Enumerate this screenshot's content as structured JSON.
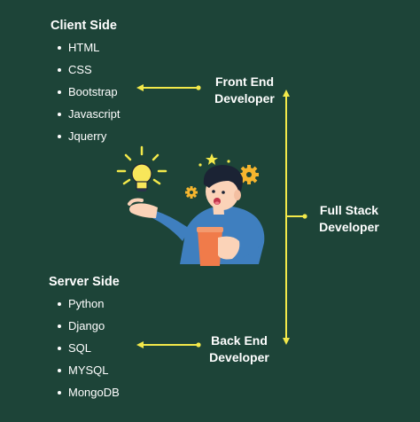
{
  "client_side": {
    "title": "Client Side",
    "items": [
      "HTML",
      "CSS",
      "Bootstrap",
      "Javascript",
      "Jquerry"
    ]
  },
  "server_side": {
    "title": "Server Side",
    "items": [
      "Python",
      "Django",
      "SQL",
      "MYSQL",
      "MongoDB"
    ]
  },
  "front_end": {
    "line1": "Front End",
    "line2": "Developer"
  },
  "back_end": {
    "line1": "Back End",
    "line2": "Developer"
  },
  "full_stack": {
    "line1": "Full Stack",
    "line2": "Developer"
  },
  "colors": {
    "background": "#1d4438",
    "accent": "#f3e94a",
    "text": "#ffffff",
    "shirt": "#3f7fbf",
    "cup": "#f07b4a",
    "hair": "#1b2334",
    "skin": "#fbd3b8"
  },
  "icons": [
    "light-bulb-icon",
    "gear-icon",
    "star-icon",
    "developer-illustration"
  ]
}
